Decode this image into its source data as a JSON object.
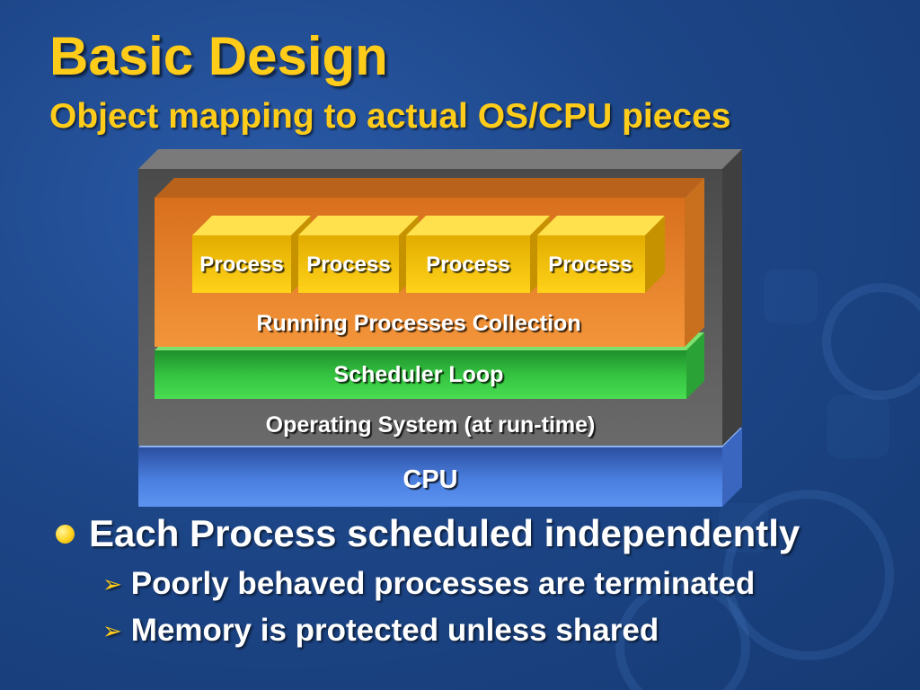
{
  "slide": {
    "title": "Basic Design",
    "subtitle": "Object mapping to actual OS/CPU pieces"
  },
  "diagram": {
    "processes": [
      "Process",
      "Process",
      "Process",
      "Process"
    ],
    "running_collection": "Running Processes Collection",
    "scheduler": "Scheduler Loop",
    "os": "Operating System (at run-time)",
    "cpu": "CPU"
  },
  "bullets": {
    "main": "Each Process scheduled independently",
    "sub": [
      "Poorly behaved processes are terminated",
      "Memory is protected unless shared"
    ]
  },
  "colors": {
    "title": "#ffcc1a",
    "process": "#f5c400",
    "running": "#e98a2e",
    "scheduler": "#3fcf4a",
    "os": "#5a5a5a",
    "cpu": "#4f86e6"
  }
}
